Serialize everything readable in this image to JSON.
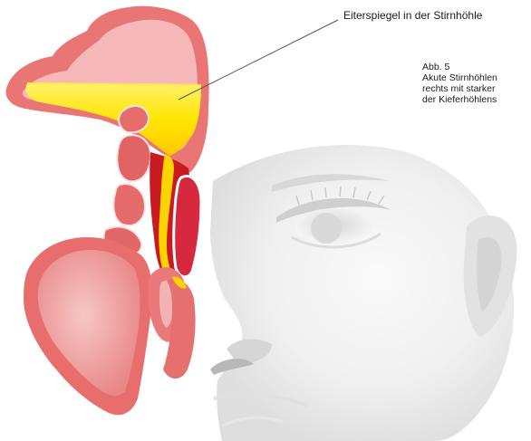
{
  "callout": {
    "label": "Eiterspiegel in der Stirnhöhle"
  },
  "caption": {
    "figure_number": "Abb. 5",
    "line1": "Akute Stirnhöhlen",
    "line2": "rechts mit starker",
    "line3": "der Kieferhöhlens"
  },
  "colors": {
    "mucosa_outer": "#e96f6f",
    "mucosa_light": "#f5b9b9",
    "mucosa_dark": "#c8161e",
    "pus": "#ffd600",
    "pus_light": "#fff27a",
    "face_shade": "#e4e4e4",
    "leader_line": "#555555"
  },
  "icons": [
    "sinus-illustration",
    "face-illustration"
  ]
}
